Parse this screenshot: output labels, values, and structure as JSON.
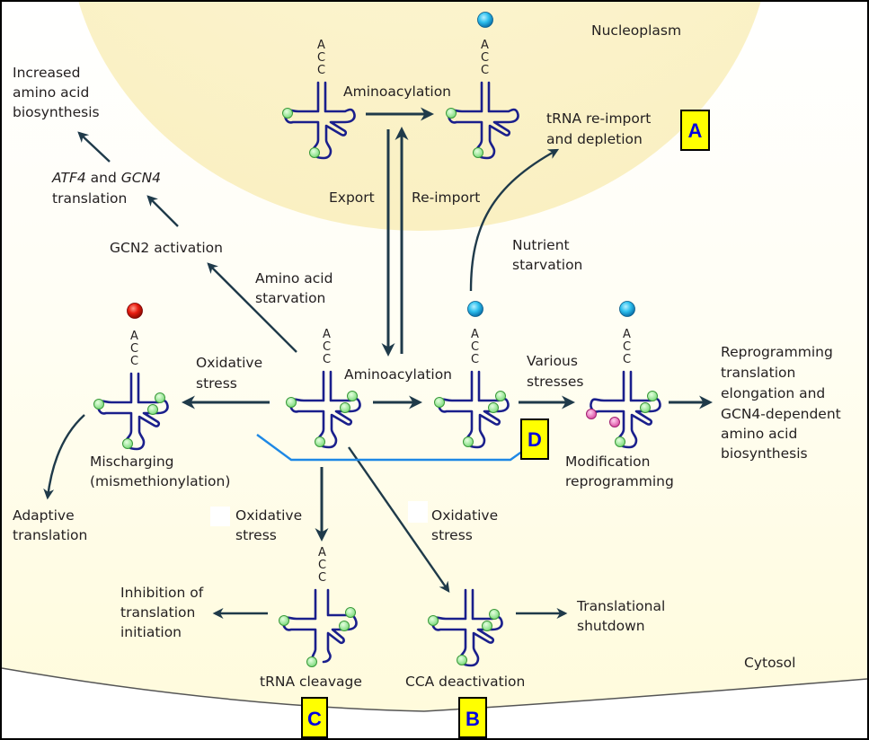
{
  "compartments": {
    "nucleoplasm": "Nucleoplasm",
    "cytosol": "Cytosol"
  },
  "colors": {
    "nucleoplasm_fill": "#fbf3c9",
    "cytosol_fill": "#fffde6",
    "arrow": "#1f3a4a",
    "trna_stroke": "#1a1f8c",
    "modification_green": "#8fe88f",
    "amino_acid_blue": "#29b9e8",
    "mischarged_red": "#e01818",
    "modification_pink": "#e060b0",
    "highlight_line": "#1e88e5",
    "badge_fill": "#ffff00",
    "badge_text": "#0000e0"
  },
  "trna": {
    "acceptor_letters": [
      "A",
      "C",
      "C"
    ]
  },
  "labels": {
    "aminoacylation_top": "Aminoacylation",
    "aminoacylation_mid": "Aminoacylation",
    "export": "Export",
    "reimport": "Re-import",
    "trna_reimport": [
      "tRNA re-import",
      "and depletion"
    ],
    "nutrient_starvation": [
      "Nutrient",
      "starvation"
    ],
    "amino_acid_starvation": [
      "Amino acid",
      "starvation"
    ],
    "gcn2_activation": "GCN2 activation",
    "atf4_gcn4": {
      "gene1": "ATF4",
      "and": " and ",
      "gene2": "GCN4",
      "line2": "translation"
    },
    "increased_aa": [
      "Increased",
      "amino acid",
      "biosynthesis"
    ],
    "oxidative_stress_left": [
      "Oxidative",
      "stress"
    ],
    "mischarging": [
      "Mischarging",
      "(mismethionylation)"
    ],
    "adaptive_translation": [
      "Adaptive",
      "translation"
    ],
    "various_stresses": [
      "Various",
      "stresses"
    ],
    "modification_reprogramming": [
      "Modification",
      "reprogramming"
    ],
    "reprogramming_outcome": [
      "Reprogramming",
      "translation",
      "elongation and",
      "GCN4-dependent",
      "amino acid",
      "biosynthesis"
    ],
    "oxidative_stress_cleavage": [
      "Oxidative",
      "stress"
    ],
    "oxidative_stress_cca": [
      "Oxidative",
      "stress"
    ],
    "inhibition": [
      "Inhibition of",
      "translation",
      "initiation"
    ],
    "trna_cleavage": "tRNA cleavage",
    "cca_deactivation": "CCA deactivation",
    "translational_shutdown": [
      "Translational",
      "shutdown"
    ]
  },
  "badges": {
    "a": "A",
    "b": "B",
    "c": "C",
    "d": "D"
  }
}
